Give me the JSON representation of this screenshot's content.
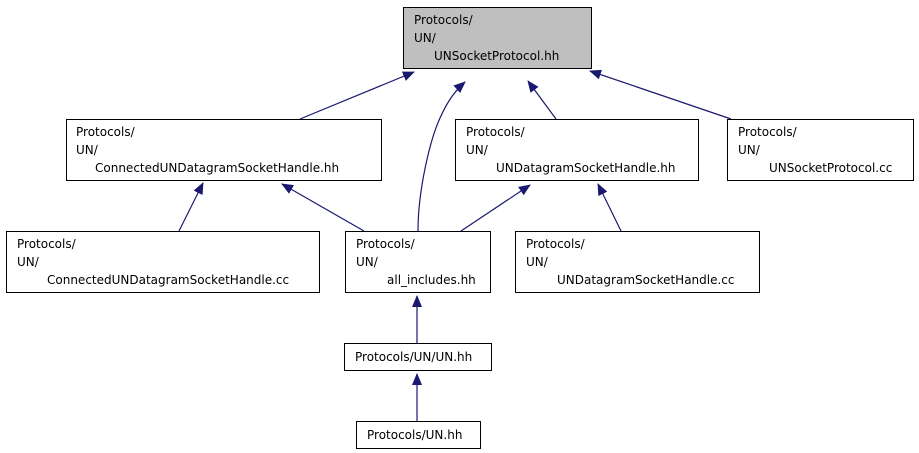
{
  "colors": {
    "edge": "#191970",
    "node_border": "#000000",
    "root_fill": "#bfbfbf",
    "node_fill": "#ffffff"
  },
  "nodes": {
    "root": {
      "lines": [
        "Protocols/",
        "UN/",
        "UNSocketProtocol.hh"
      ]
    },
    "connected_hh": {
      "lines": [
        "Protocols/",
        "UN/",
        "ConnectedUNDatagramSocketHandle.hh"
      ]
    },
    "datagram_hh": {
      "lines": [
        "Protocols/",
        "UN/",
        "UNDatagramSocketHandle.hh"
      ]
    },
    "socket_cc": {
      "lines": [
        "Protocols/",
        "UN/",
        "UNSocketProtocol.cc"
      ]
    },
    "connected_cc": {
      "lines": [
        "Protocols/",
        "UN/",
        "ConnectedUNDatagramSocketHandle.cc"
      ]
    },
    "all_includes": {
      "lines": [
        "Protocols/",
        "UN/",
        "all_includes.hh"
      ]
    },
    "datagram_cc": {
      "lines": [
        "Protocols/",
        "UN/",
        "UNDatagramSocketHandle.cc"
      ]
    },
    "un_hh": {
      "lines": [
        "Protocols/UN/UN.hh"
      ]
    },
    "un_h": {
      "lines": [
        "Protocols/UN.hh"
      ]
    }
  },
  "edges": [
    {
      "from": "connected_hh",
      "to": "root"
    },
    {
      "from": "all_includes",
      "to": "root"
    },
    {
      "from": "datagram_hh",
      "to": "root"
    },
    {
      "from": "socket_cc",
      "to": "root"
    },
    {
      "from": "connected_cc",
      "to": "connected_hh"
    },
    {
      "from": "all_includes",
      "to": "connected_hh"
    },
    {
      "from": "all_includes",
      "to": "datagram_hh"
    },
    {
      "from": "datagram_cc",
      "to": "datagram_hh"
    },
    {
      "from": "un_hh",
      "to": "all_includes"
    },
    {
      "from": "un_h",
      "to": "un_hh"
    }
  ]
}
